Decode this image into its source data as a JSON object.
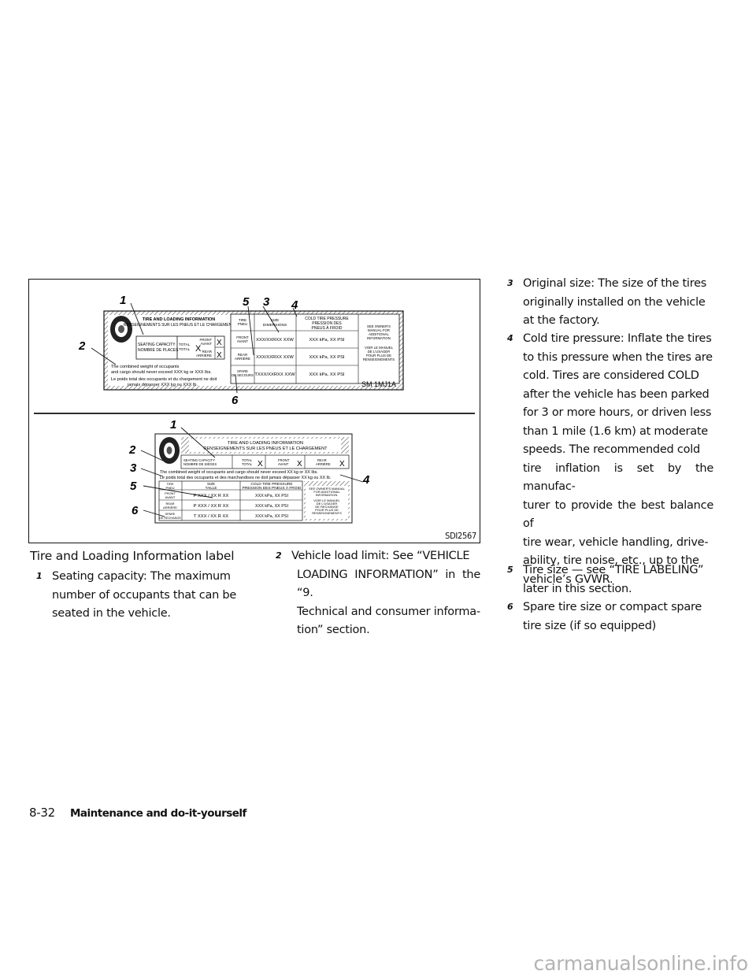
{
  "figure": {
    "code": "SDI2567",
    "label1": {
      "header_en": "TIRE AND LOADING INFORMATION",
      "header_fr": "RENSEIGNEMENTS SUR LES PNEUS ET LE CHARGEMENT",
      "seating_en": "SEATING CAPACITY",
      "seating_fr": "NOMBRE DE PLACES",
      "total_en": "TOTAL",
      "total_fr": "TOTAL",
      "x": "X",
      "front_en": "FRONT",
      "front_fr": "AVANT",
      "rear_en": "REAR",
      "rear_fr": "ARRIÈRE",
      "weight_en_1": "The combined weight of occupants",
      "weight_en_2": "and cargo should never exceed XXX kg or XXX lbs.",
      "weight_fr_1": "Le poids total des occupants et du chargement ne doit",
      "weight_fr_2": "jamais dépasser XXX kg ou XXX lb.",
      "tire_en": "TIRE",
      "tire_fr": "PNEU",
      "size_en": "SIZE",
      "size_fr": "DIMENSIONS",
      "pressure_en": "COLD TIRE PRESSURE",
      "pressure_fr_1": "PRESSION DES",
      "pressure_fr_2": "PNEUS À FROID",
      "manual_en": [
        "SEE OWNER'S",
        "MANUAL FOR",
        "ADDITIONAL",
        "INFORMATION"
      ],
      "manual_fr": [
        "VOIR LE MANUEL",
        "DE L'USAGER",
        "POUR PLUS DE",
        "RENSEIGNEMENTS"
      ],
      "spare_en": "SPARE",
      "spare_fr": "DE SECOURS",
      "size_front": "XXX/XXRXX XXW",
      "size_rear": "XXX/XXRXX XXW",
      "size_spare": "TXXX/XXRXX XXW",
      "psi_front": "XXX kPa, XX PSI",
      "psi_rear": "XXX kPa, XX PSI",
      "psi_spare": "XXX kPa, XX PSI",
      "part_code": "SM  1MJ1A"
    },
    "label2": {
      "header_en": "TIRE AND LOADING INFORMATION",
      "header_fr": "RENSEIGNEMENTS SUR LES PNEUS ET LE CHARGEMENT",
      "seating_en": "SEATING CAPACITY",
      "seating_fr": "NOMBRE DE SIÈGES",
      "total_en": "TOTAL",
      "total_fr": "TOTAL",
      "x": "X",
      "front_en": "FRONT",
      "front_fr": "AVANT",
      "rear_en": "REAR",
      "rear_fr": "ARRIÈRE",
      "weight_en": "The combined weight of occupants and cargo should never exceed XX kg or XX lbs.",
      "weight_fr": "Le poids total des occupants et des marchandises ne doit jamais dépasser XX kg ou XX lb.",
      "tire_en": "TIRE",
      "tire_fr": "PNEU",
      "size_en": "SIZE",
      "size_fr": "TAILLE",
      "pressure_en": "COLD TIRE PRESSURE",
      "pressure_fr": "PRESSION DES PNEUS À FROID",
      "manual_en": [
        "SEE OWNER'S MANUAL",
        "FOR ADDITIONAL",
        "INFORMATION."
      ],
      "manual_fr": [
        "VOIR LE MANUEL",
        "DE L'USAGER",
        "DE RECHANGE",
        "POUR PLUS DE",
        "RENSEIGNEMENTS"
      ],
      "spare_en": "SPARE",
      "spare_fr": "DE RECHANGE",
      "size_front": "P XXX / XX R XX",
      "size_rear": "P XXX / XX R XX",
      "size_spare": "T XXX / XX R XX",
      "psi_front": "XXX kPa, XX PSI",
      "psi_rear": "XXX kPa, XX PSI",
      "psi_spare": "XXX kPa, XX PSI"
    },
    "callouts": [
      "1",
      "2",
      "3",
      "4",
      "5",
      "6"
    ]
  },
  "section": {
    "title": "Tire and Loading Information label"
  },
  "items": [
    {
      "num": "1",
      "line1": "Seating capacity: The maximum",
      "line2": "number of occupants that can be",
      "line3": "seated in the vehicle."
    },
    {
      "num": "2",
      "line1": "Vehicle load limit: See “VEHICLE",
      "line2": "LOADING INFORMATION” in the “9.",
      "line3": "Technical and consumer informa-",
      "line4": "tion” section."
    },
    {
      "num": "3",
      "line1": "Original size: The size of the tires",
      "line2": "originally installed on the vehicle",
      "line3": "at the factory."
    },
    {
      "num": "4",
      "line1": "Cold tire pressure: Inflate the tires",
      "line2": "to this pressure when the tires are",
      "line3": "cold. Tires are considered COLD",
      "line4": "after the vehicle has been parked",
      "line5": "for 3 or more hours, or driven less",
      "line6": "than 1 mile (1.6 km) at moderate",
      "line7": "speeds. The recommended cold",
      "line8": "tire inflation is set by the manufac-",
      "line9": "turer to provide the best balance of",
      "line10": "tire wear, vehicle handling, drive-",
      "line11": "ability, tire noise, etc., up to the",
      "line12": "vehicle’s GVWR."
    },
    {
      "num": "5",
      "line1": "Tire size — see “TIRE LABELING”",
      "line2": "later in this section."
    },
    {
      "num": "6",
      "line1": "Spare tire size or compact spare",
      "line2": "tire size (if so equipped)"
    }
  ],
  "footer": {
    "page": "8-32",
    "title": "Maintenance and do-it-yourself"
  },
  "watermark": "carmanualsonline.info"
}
